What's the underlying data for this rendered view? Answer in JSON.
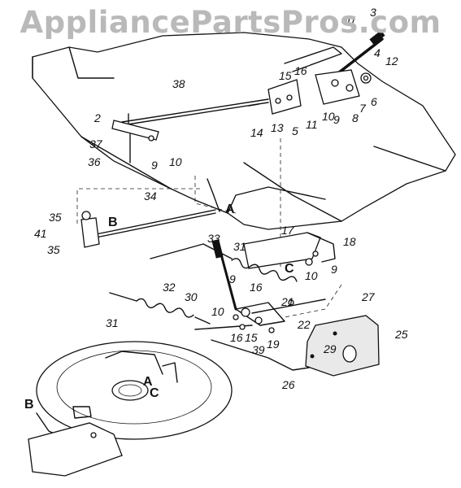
{
  "watermark": "AppliancePartsPros.com",
  "part_labels": [
    "3",
    "40",
    "4",
    "12",
    "16",
    "15",
    "6",
    "7",
    "8",
    "38",
    "2",
    "10",
    "9",
    "11",
    "5",
    "13",
    "14",
    "37",
    "36",
    "9",
    "10",
    "34",
    "A",
    "35",
    "B",
    "41",
    "35",
    "17",
    "18",
    "33",
    "31",
    "C",
    "9",
    "10",
    "32",
    "16",
    "27",
    "30",
    "9",
    "21",
    "10",
    "31",
    "22",
    "16",
    "15",
    "39",
    "19",
    "25",
    "29",
    "26",
    "A",
    "C",
    "B"
  ]
}
